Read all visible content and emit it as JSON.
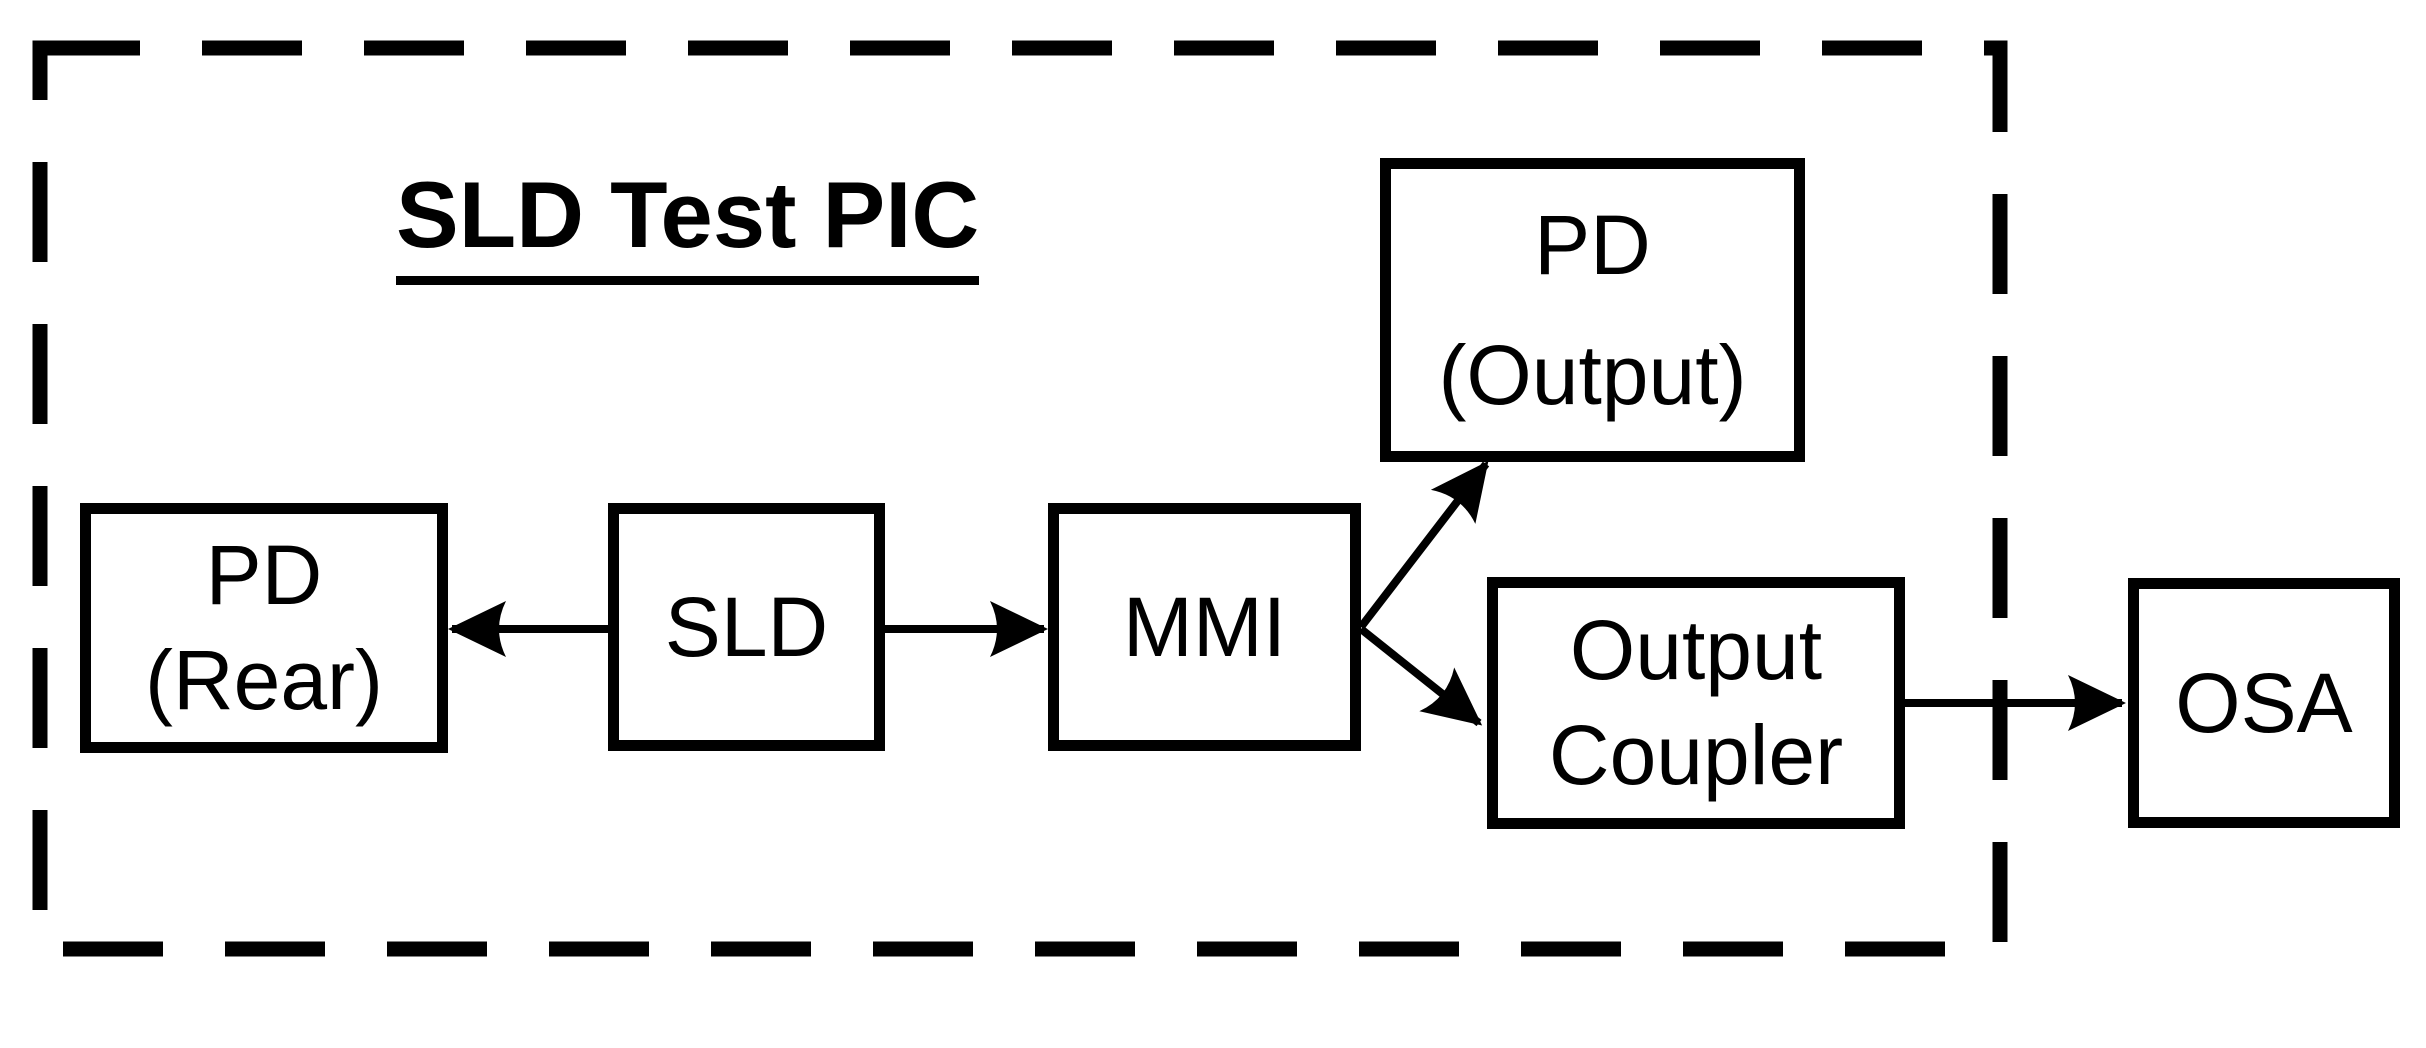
{
  "diagram": {
    "title": "SLD Test PIC",
    "colors": {
      "ink": "#000000",
      "background": "#ffffff"
    },
    "nodes": {
      "pd_rear": {
        "line1": "PD",
        "line2": "(Rear)"
      },
      "sld": {
        "label": "SLD"
      },
      "mmi": {
        "label": "MMI"
      },
      "pd_output": {
        "line1": "PD",
        "line2": "(Output)"
      },
      "output_coupler": {
        "line1": "Output",
        "line2": "Coupler"
      },
      "osa": {
        "label": "OSA"
      }
    },
    "boundary": {
      "style": "dashed",
      "encloses": [
        "PD (Rear)",
        "SLD",
        "MMI",
        "PD (Output)",
        "Output Coupler"
      ],
      "excludes": [
        "OSA"
      ]
    },
    "connections": [
      {
        "from": "SLD",
        "to": "PD (Rear)"
      },
      {
        "from": "SLD",
        "to": "MMI"
      },
      {
        "from": "MMI",
        "to": "PD (Output)"
      },
      {
        "from": "MMI",
        "to": "Output Coupler"
      },
      {
        "from": "Output Coupler",
        "to": "OSA"
      }
    ]
  }
}
